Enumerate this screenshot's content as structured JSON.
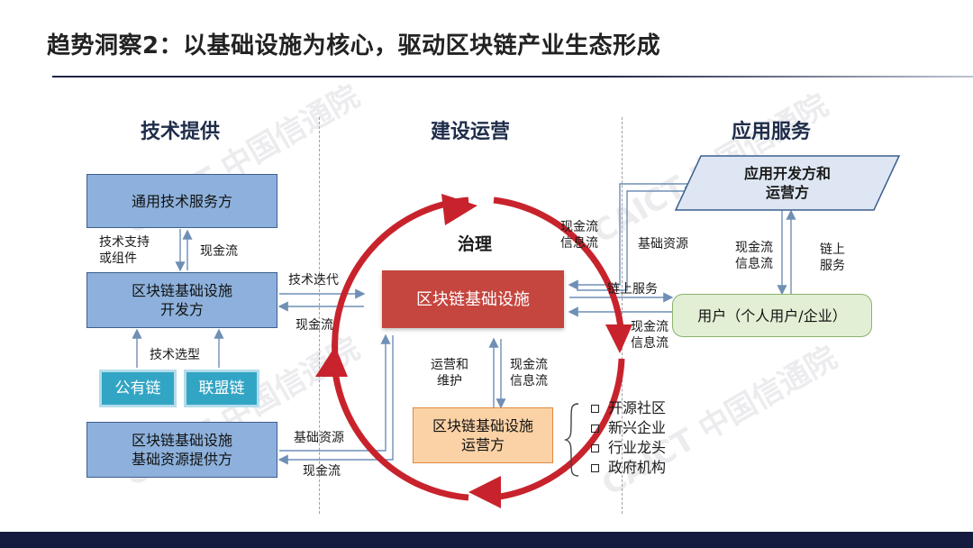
{
  "title": "趋势洞察2：以基础设施为核心，驱动区块链产业生态形成",
  "columns": {
    "tech": "技术提供",
    "build": "建设运营",
    "app": "应用服务"
  },
  "watermark": "CAICT 中国信通院",
  "governance": "治理",
  "boxes": {
    "general_tech": "通用技术服务方",
    "infra_dev": "区块链基础设施\n开发方",
    "public_chain": "公有链",
    "consortium_chain": "联盟链",
    "infra_resource": "区块链基础设施\n基础资源提供方",
    "infra_core": "区块链基础设施",
    "infra_operator": "区块链基础设施\n运营方",
    "app_dev": "应用开发方和\n运营方",
    "user": "用户（个人用户/企业）"
  },
  "labels": {
    "tech_support": "技术支持\n或组件",
    "cash_flow_1": "现金流",
    "tech_select": "技术选型",
    "tech_iterate": "技术迭代",
    "cash_flow_2": "现金流",
    "basic_resource_1": "基础资源",
    "cash_flow_3": "现金流",
    "ops_maint": "运营和\n维护",
    "cash_info_1": "现金流\n信息流",
    "cash_info_2": "现金流\n信息流",
    "basic_resource_2": "基础资源",
    "chain_service_1": "链上服务",
    "cash_info_3": "现金流\n信息流",
    "cash_info_4": "现金流\n信息流",
    "chain_service_2": "链上\n服务"
  },
  "ecosystem": [
    "开源社区",
    "新兴企业",
    "行业龙头",
    "政府机构"
  ],
  "colors": {
    "cycle_red": "#c8232c",
    "blue_box": "#8db1dc",
    "teal_box": "#33a5c4",
    "core_red": "#c5453f",
    "orange_box": "#fbd2a6",
    "green_box": "#e2efd5",
    "footer": "#141b3e"
  }
}
